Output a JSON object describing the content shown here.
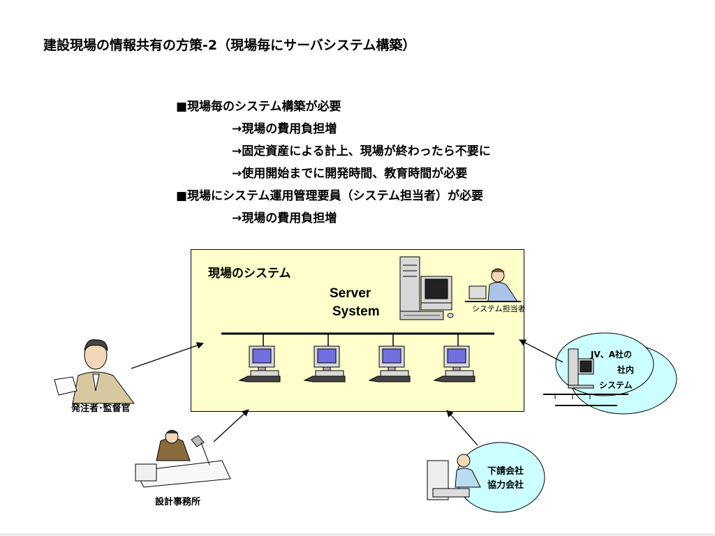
{
  "title": "建設現場の情報共有の方策-2（現場毎にサーバシステム構築）",
  "bullets": [
    "■現場毎のシステム構築が必要",
    "→現場の費用負担増",
    "→固定資産による計上、現場が終わったら不要に",
    "→使用開始までに開発時間、教育時間が必要",
    "■現場にシステム運用管理要員（システム担当者）が必要",
    "→現場の費用負担増"
  ],
  "diagram": {
    "system_label": "現場のシステム",
    "server_label_1": "Server",
    "server_label_2": "System",
    "admin_label": "システム担当者",
    "orderer_label": "発注者･監督官",
    "design_label": "設計事務所",
    "sub_label_1": "下請会社",
    "sub_label_2": "協力会社",
    "jv_label_1": "JV、A社の",
    "jv_label_2": "社内",
    "jv_label_3": "システム"
  },
  "colors": {
    "system_box": "#ffffcc",
    "bubble": "#ccffff",
    "screen": "#7070e0",
    "computer": "#d8d8d8"
  }
}
